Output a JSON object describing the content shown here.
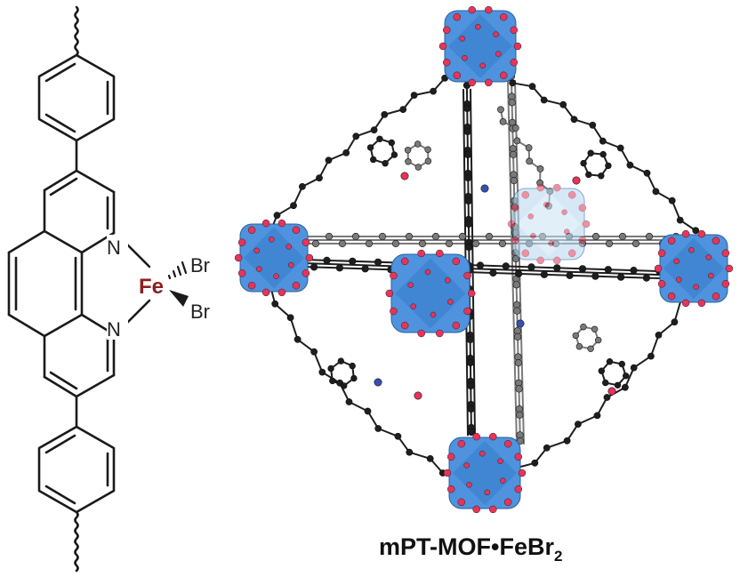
{
  "molecule": {
    "nitrogen_label": "N",
    "iron_label": "Fe",
    "bromine_label": "Br"
  },
  "caption": {
    "main": "mPT-MOF•FeBr",
    "subscript": "2"
  },
  "colors": {
    "bond": "#1a1a1a",
    "iron": "#8a2020",
    "cluster_fill": "#4f93de",
    "cluster_light": "#b5d6f0",
    "oxygen": "#e8335a",
    "carbon_dark": "#1e1e1e",
    "carbon_gray": "#7a7a7a",
    "nitrogen_atom": "#3a4fb0"
  }
}
